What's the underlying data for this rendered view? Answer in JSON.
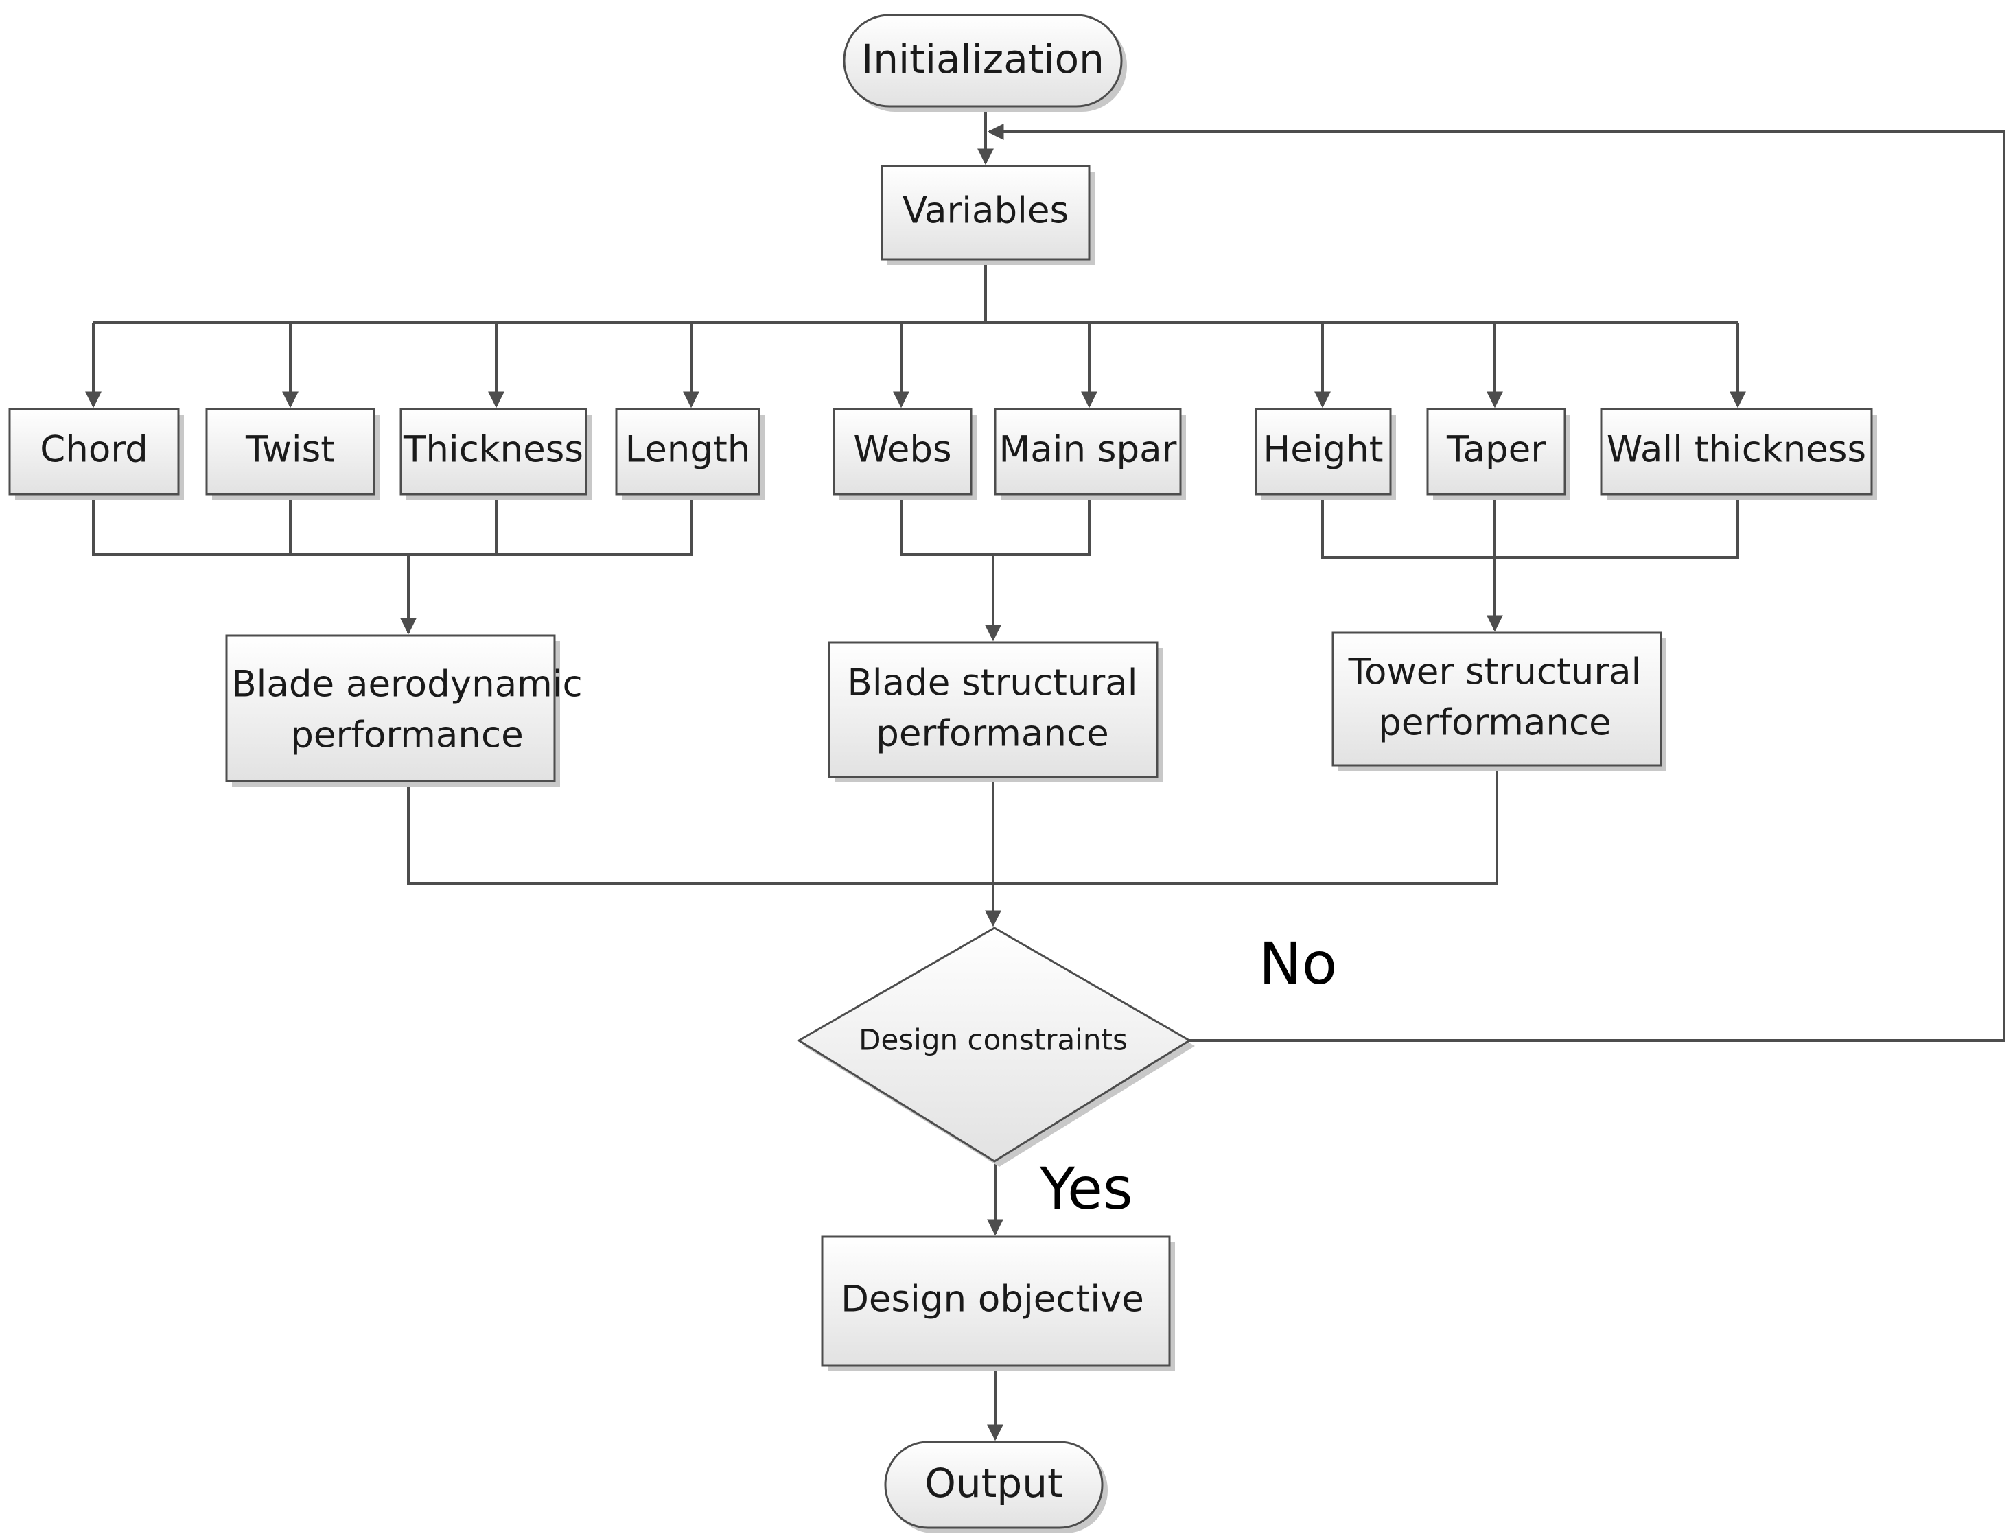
{
  "nodes": {
    "initialization": "Initialization",
    "variables": "Variables",
    "chord": "Chord",
    "twist": "Twist",
    "thickness": "Thickness",
    "length": "Length",
    "webs": "Webs",
    "main_spar": "Main spar",
    "height": "Height",
    "taper": "Taper",
    "wall_thickness": "Wall thickness",
    "blade_aero": [
      "Blade aerodynamic",
      "performance"
    ],
    "blade_struct": [
      "Blade structural",
      "performance"
    ],
    "tower_struct": [
      "Tower structural",
      "performance"
    ],
    "design_constraints": "Design constraints",
    "design_objective": "Design objective",
    "output": "Output"
  },
  "edge_labels": {
    "no": "No",
    "yes": "Yes"
  },
  "colors": {
    "line": "#4d4d4d",
    "box_top": "#ffffff",
    "box_bottom": "#e2e2e2",
    "shadow": "#c8c8c8",
    "text": "#1a1a1a"
  }
}
